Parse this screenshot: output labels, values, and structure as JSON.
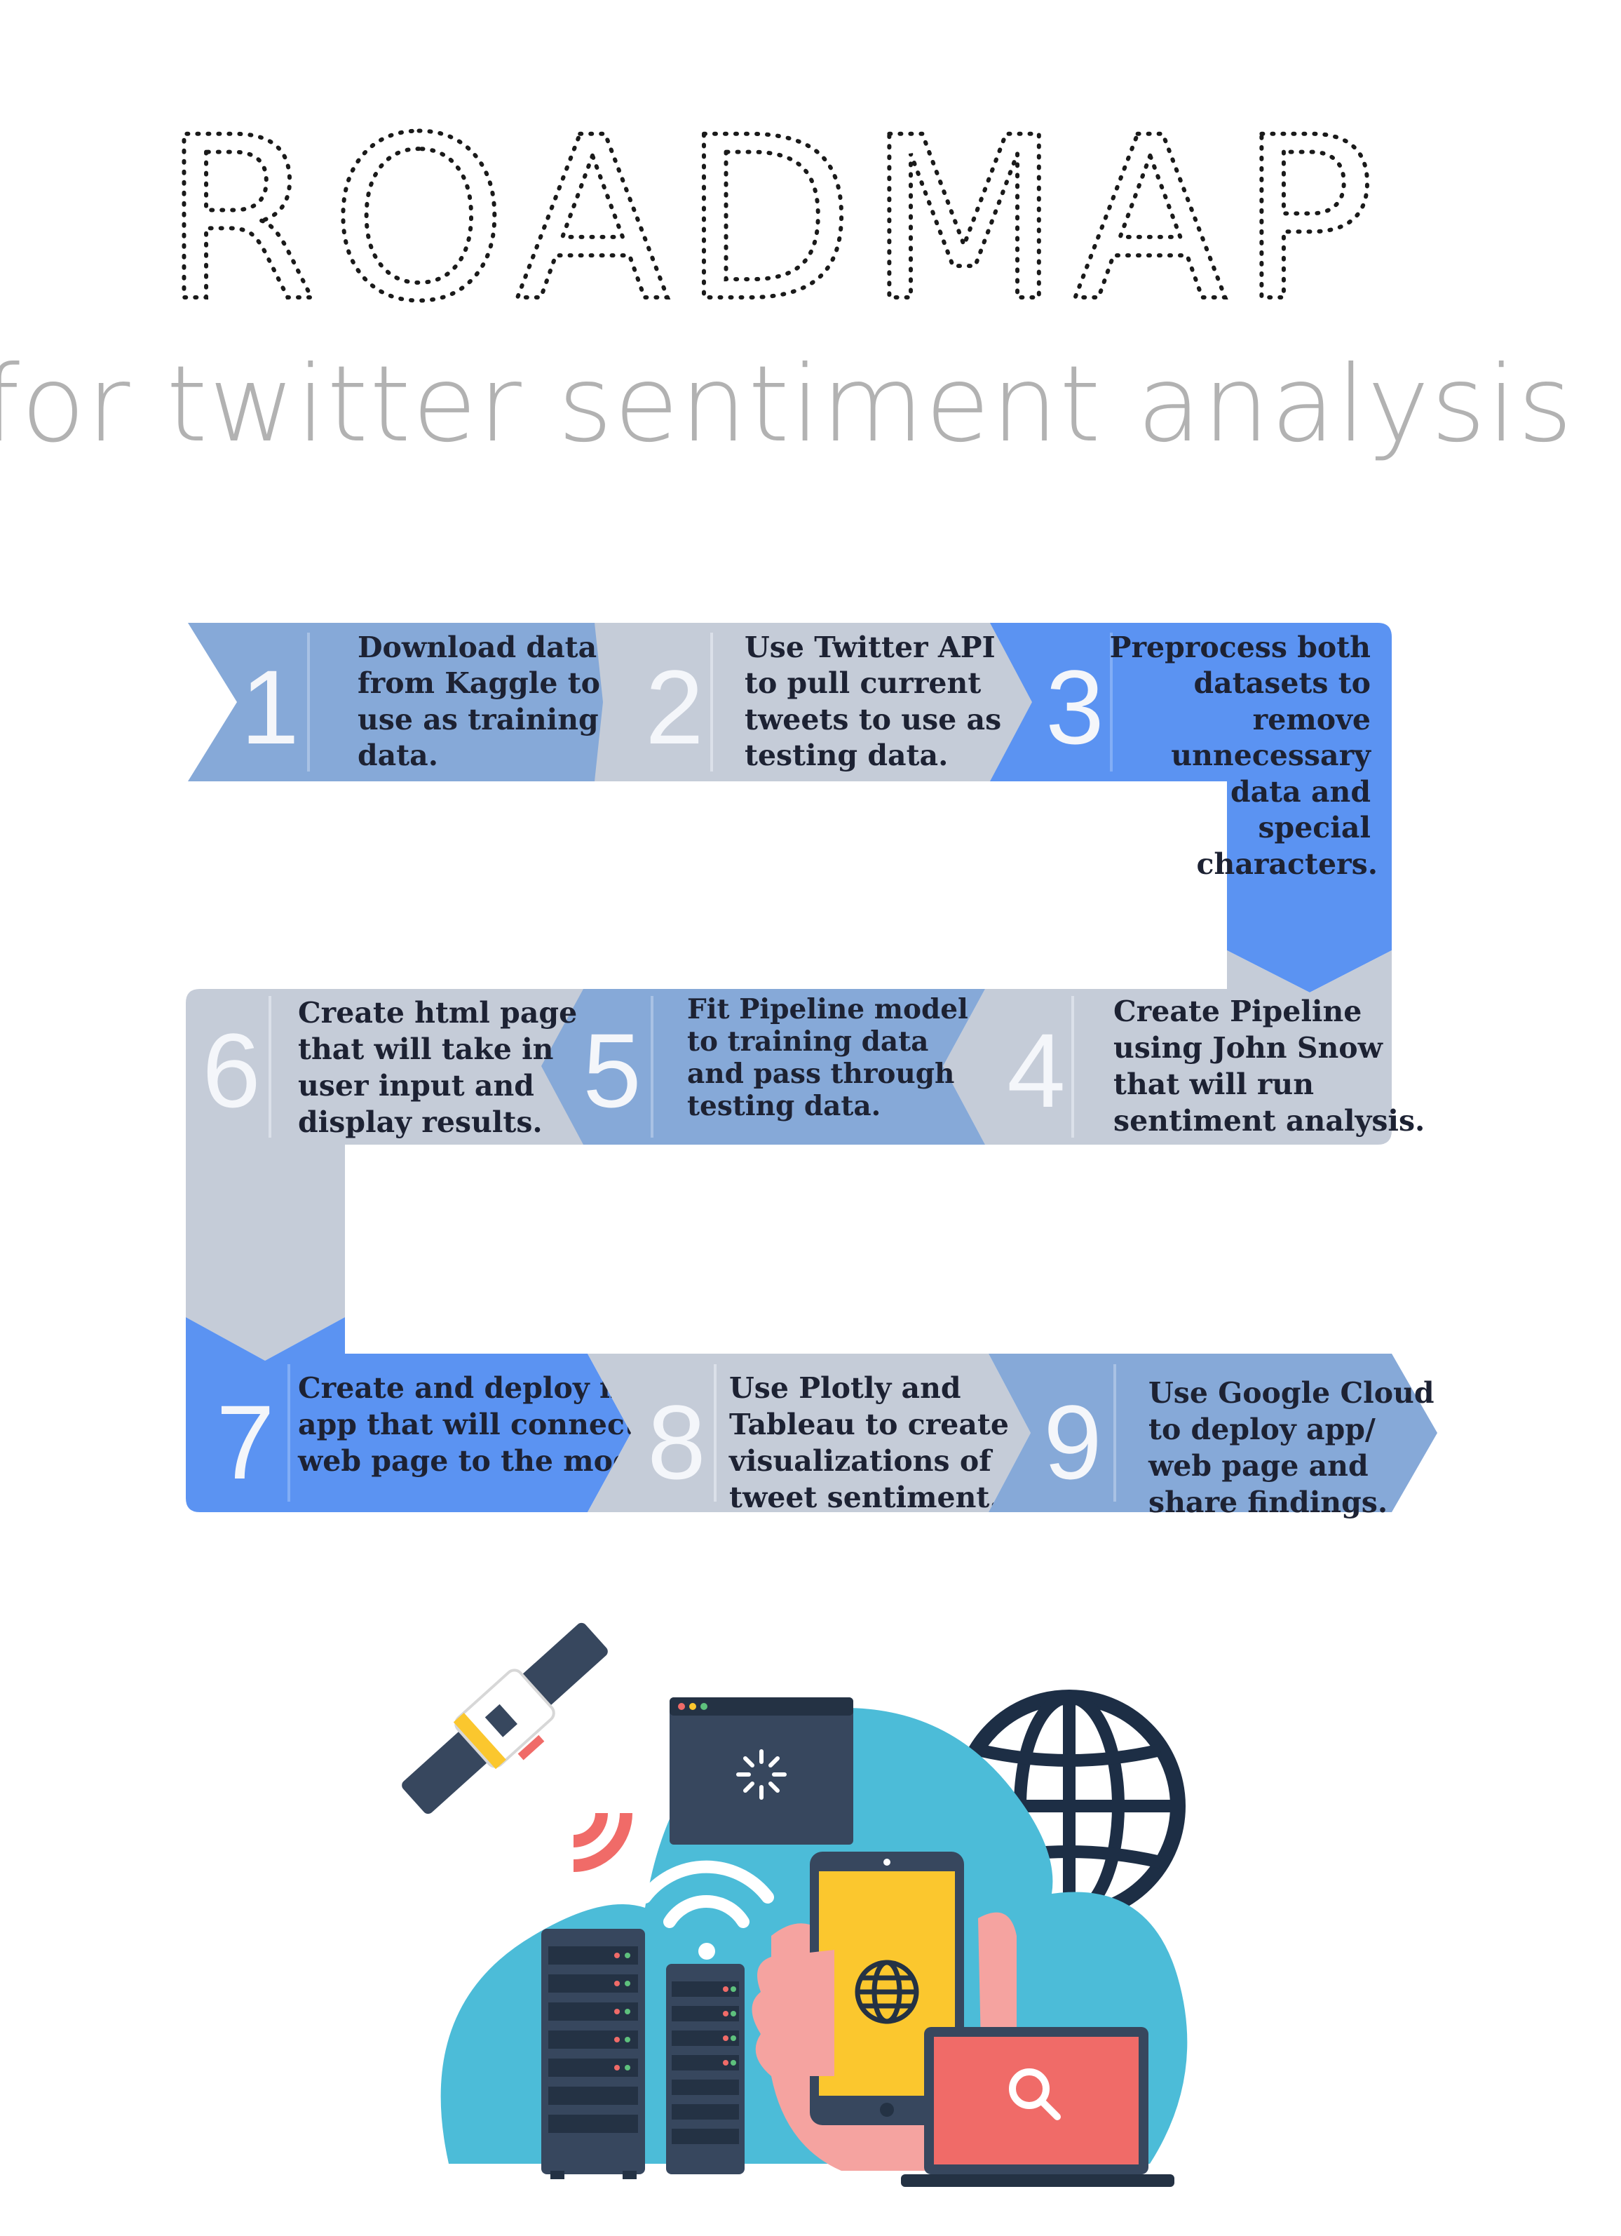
{
  "title": "ROADMAP",
  "subtitle": "for twitter sentiment analysis",
  "colors": {
    "blue_light": "#86a9d8",
    "gray": "#c5ccd8",
    "blue_bright": "#5b93f2",
    "navy": "#37475e",
    "cloud": "#4cbcd8",
    "yellow": "#fbc72e",
    "red": "#f06b68",
    "skin": "#f5a3a0"
  },
  "steps": [
    {
      "number": "1",
      "lines": [
        "Download dataset",
        "from Kaggle to",
        "use as training",
        "data."
      ]
    },
    {
      "number": "2",
      "lines": [
        "Use Twitter API",
        "to pull current",
        "tweets to use as",
        "testing data."
      ]
    },
    {
      "number": "3",
      "lines": [
        "Preprocess both",
        "datasets to",
        "remove",
        "unnecessary",
        "data and",
        "special",
        "characters."
      ]
    },
    {
      "number": "4",
      "lines": [
        "Create Pipeline",
        "using John Snow",
        "that will run",
        "sentiment analysis."
      ]
    },
    {
      "number": "5",
      "lines": [
        "Fit Pipeline model",
        "to training data",
        "and pass through",
        "testing data."
      ]
    },
    {
      "number": "6",
      "lines": [
        "Create html page",
        "that will take in",
        "user input and",
        "display results."
      ]
    },
    {
      "number": "7",
      "lines": [
        "Create and deploy flask",
        "app that will connect the",
        "web page to the model."
      ]
    },
    {
      "number": "8",
      "lines": [
        "Use Plotly and",
        "Tableau to create",
        "visualizations of",
        "tweet sentiment."
      ]
    },
    {
      "number": "9",
      "lines": [
        "Use Google Cloud",
        "to deploy app/",
        "web page and",
        "share findings."
      ]
    }
  ],
  "illustration": {
    "icons": [
      "satellite-icon",
      "signal-waves-icon",
      "browser-window-icon",
      "loading-spinner-icon",
      "globe-icon",
      "cloud-icon",
      "wifi-icon",
      "server-rack-icon",
      "server-rack-icon",
      "smartphone-icon",
      "hand-icon",
      "laptop-icon",
      "magnifier-icon"
    ]
  }
}
